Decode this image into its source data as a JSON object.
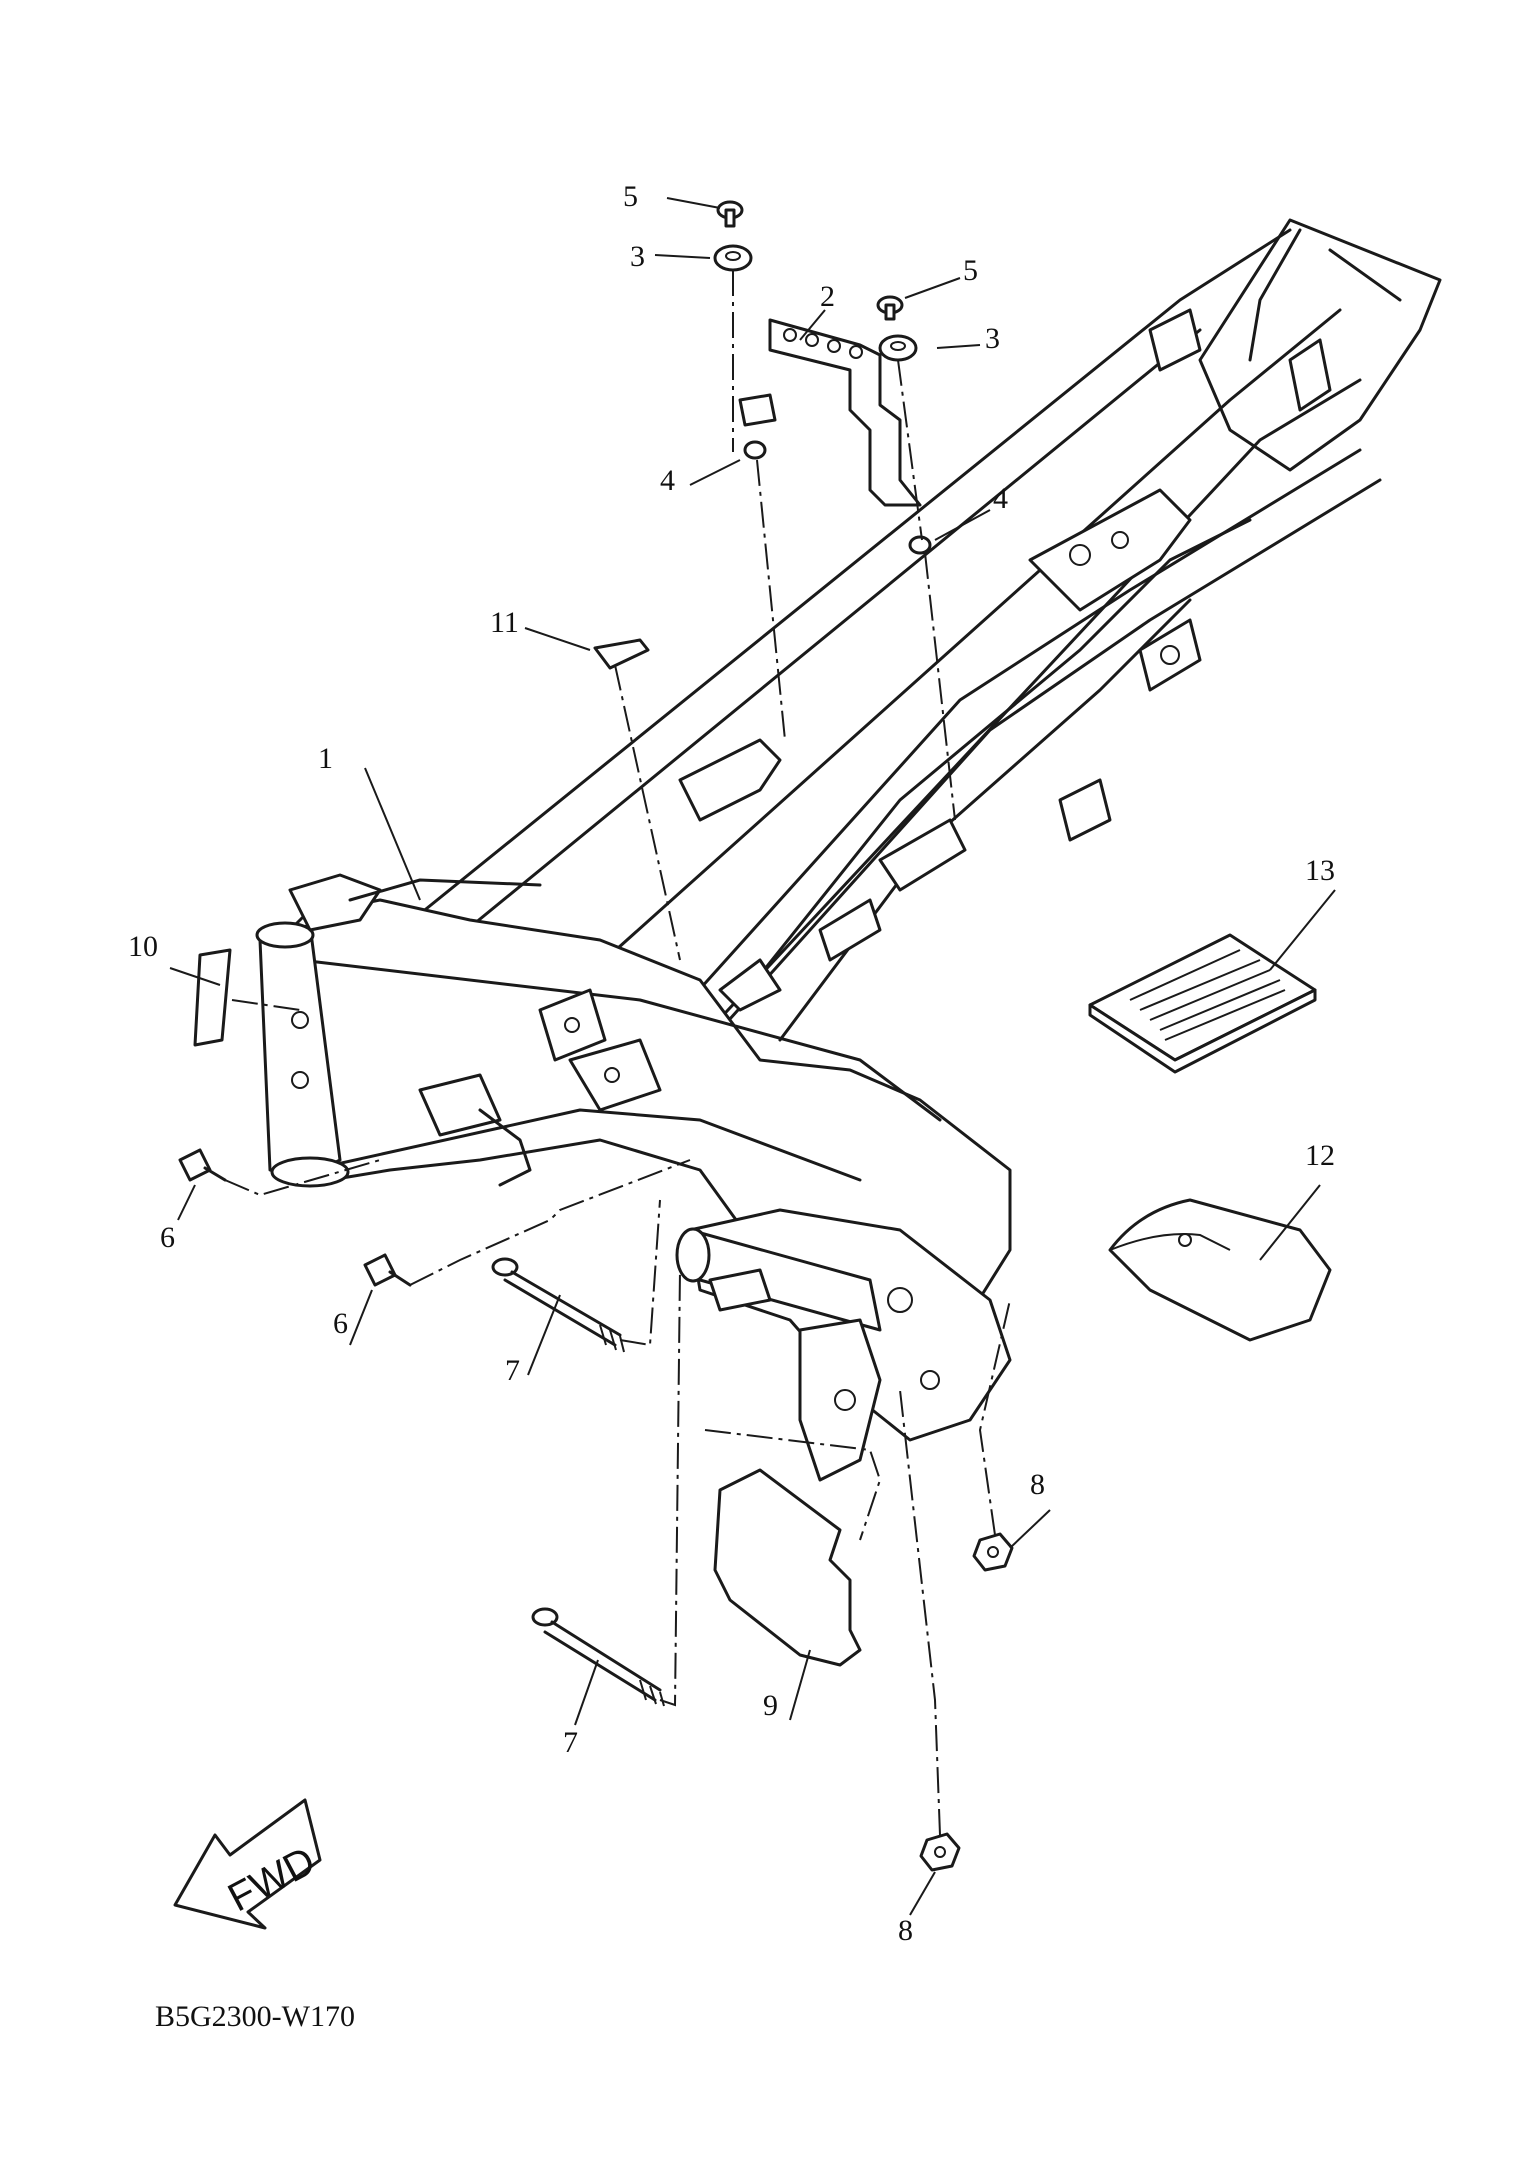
{
  "diagram": {
    "code": "B5G2300-W170",
    "direction_label": "FWD",
    "callouts": {
      "c1": "1",
      "c2": "2",
      "c3a": "3",
      "c3b": "3",
      "c4a": "4",
      "c4b": "4",
      "c5a": "5",
      "c5b": "5",
      "c6a": "6",
      "c6b": "6",
      "c7a": "7",
      "c7b": "7",
      "c8a": "8",
      "c8b": "8",
      "c9": "9",
      "c10": "10",
      "c11": "11",
      "c12": "12",
      "c13": "13"
    }
  }
}
